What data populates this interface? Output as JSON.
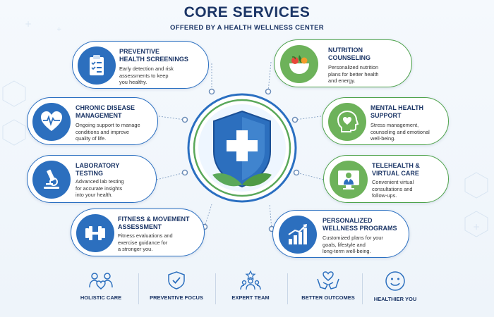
{
  "header": {
    "title": "CORE SERVICES",
    "subtitle": "OFFERED BY A HEALTH WELLNESS CENTER"
  },
  "services": [
    {
      "title": "PREVENTIVE\nHEALTH SCREENINGS",
      "desc": "Early detection and risk\nassessments to keep\nyou healthy.",
      "icon": "clipboard-checklist-icon"
    },
    {
      "title": "CHRONIC DISEASE\nMANAGEMENT",
      "desc": "Ongoing support to manage\nconditions and improve\nquality of life.",
      "icon": "heart-pulse-icon"
    },
    {
      "title": "LABORATORY\nTESTING",
      "desc": "Advanced lab testing\nfor accurate insights\ninto your health.",
      "icon": "microscope-icon"
    },
    {
      "title": "FITNESS & MOVEMENT\nASSESSMENT",
      "desc": "Fitness evaluations and\nexercise guidance for\na stronger you.",
      "icon": "dumbbell-icon"
    },
    {
      "title": "NUTRITION\nCOUNSELING",
      "desc": "Personalized nutrition\nplans for better health\nand energy.",
      "icon": "vegetable-bowl-icon"
    },
    {
      "title": "MENTAL HEALTH\nSUPPORT",
      "desc": "Stress management,\ncounseling and emotional\nwell-being.",
      "icon": "head-heart-icon"
    },
    {
      "title": "TELEHEALTH &\nVIRTUAL CARE",
      "desc": "Convenient virtual\nconsultations and\nfollow-ups.",
      "icon": "doctor-monitor-icon"
    },
    {
      "title": "PERSONALIZED\nWELLNESS PROGRAMS",
      "desc": "Customized plans for your\ngoals, lifestyle and\nlong-term well-being.",
      "icon": "growth-chart-icon"
    }
  ],
  "center": {
    "icon": "shield-cross-leaves-icon"
  },
  "footer": [
    {
      "label": "HOLISTIC CARE",
      "icon": "people-heart-icon"
    },
    {
      "label": "PREVENTIVE FOCUS",
      "icon": "shield-check-icon"
    },
    {
      "label": "EXPERT TEAM",
      "icon": "team-star-icon"
    },
    {
      "label": "BETTER OUTCOMES",
      "icon": "hands-heart-icon"
    },
    {
      "label": "HEALTHIER YOU",
      "icon": "smiley-icon"
    }
  ],
  "colors": {
    "navy": "#1b3566",
    "blue": "#2c6fbe",
    "green": "#6db25a"
  }
}
